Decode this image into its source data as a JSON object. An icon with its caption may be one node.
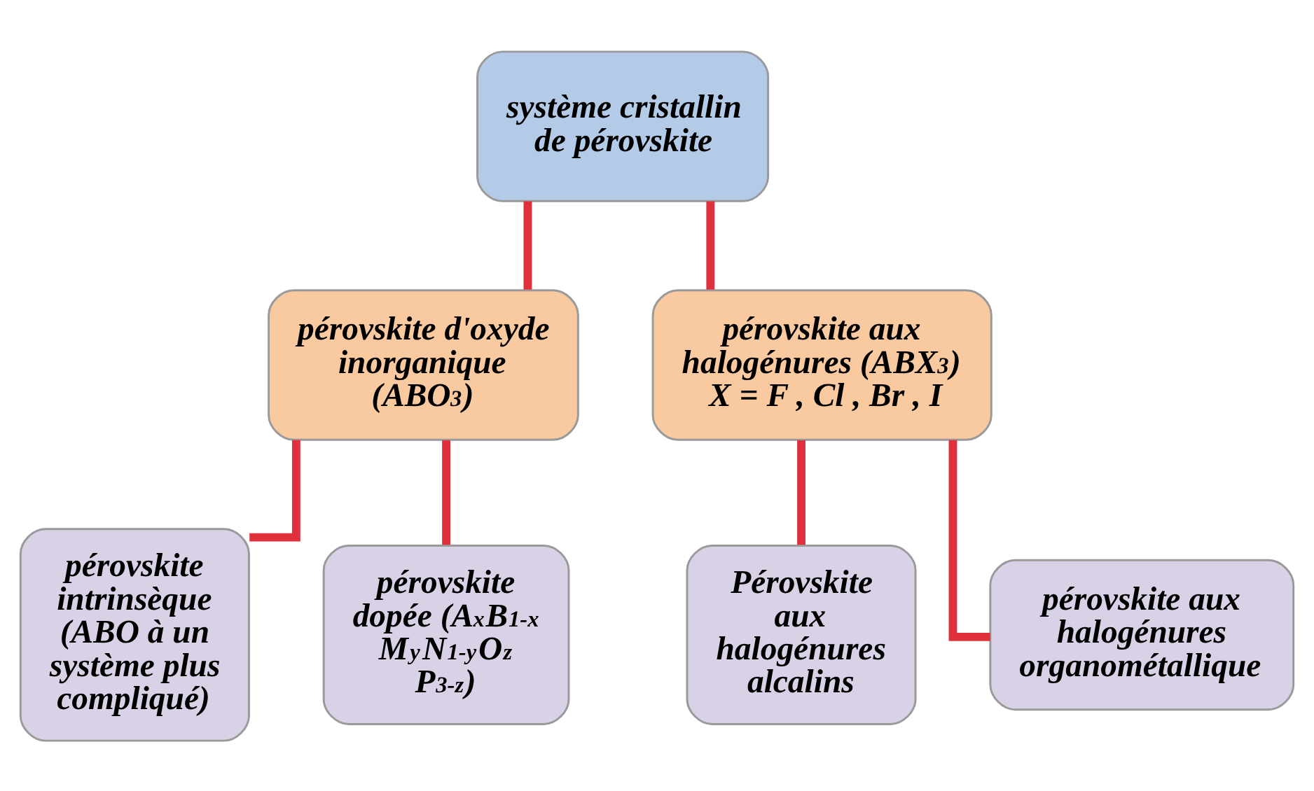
{
  "diagram": {
    "nodes": [
      {
        "text": [
          "système cristallin de pérovskite"
        ]
      },
      {
        "text": [
          "pérovskite d'oxyde inorganique",
          "(ABO$_{3}$)"
        ]
      },
      {
        "text": [
          "pérovskite aux halogénures (ABX$_{3}$)",
          "X = F , Cl , Br , I"
        ]
      },
      {
        "text": [
          "pérovskite intrinsèque (ABO à un système plus compliqué)"
        ]
      },
      {
        "text": [
          "pérovskite dopée (A$_{x}$B$_{1-x}$ M$_{y}$N$_{1-y}$O$_{z}$ P$_{3-z}$)"
        ]
      },
      {
        "text": [
          "Pérovskite aux halogénures alcalins"
        ]
      },
      {
        "text": [
          "pérovskite aux halogénures organométallique"
        ]
      }
    ],
    "edges": [
      {
        "from": 0,
        "to": 1,
        "arrow": "none"
      },
      {
        "from": 0,
        "to": 2,
        "arrow": "none"
      },
      {
        "from": 1,
        "to": 3,
        "arrow": "none"
      },
      {
        "from": 1,
        "to": 4,
        "arrow": "none"
      },
      {
        "from": 2,
        "to": 5,
        "arrow": "none"
      },
      {
        "from": 2,
        "to": 6,
        "arrow": "none"
      }
    ]
  }
}
